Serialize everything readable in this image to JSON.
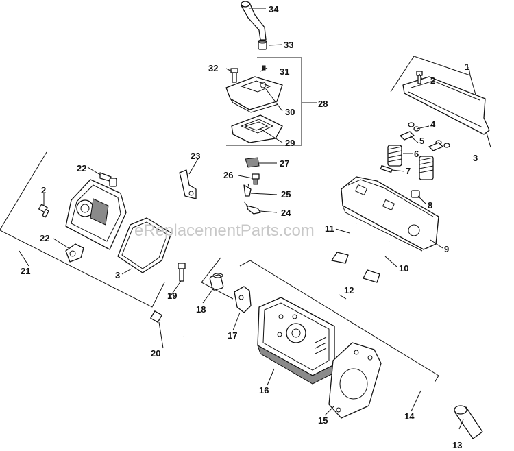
{
  "watermark": "eReplacementParts.com",
  "callouts": [
    "1",
    "2",
    "3",
    "4",
    "5",
    "6",
    "7",
    "8",
    "9",
    "10",
    "11",
    "12",
    "13",
    "14",
    "15",
    "16",
    "17",
    "18",
    "19",
    "20",
    "21",
    "22",
    "22",
    "2",
    "3",
    "23",
    "24",
    "25",
    "26",
    "27",
    "28",
    "29",
    "30",
    "31",
    "32",
    "33",
    "34"
  ]
}
